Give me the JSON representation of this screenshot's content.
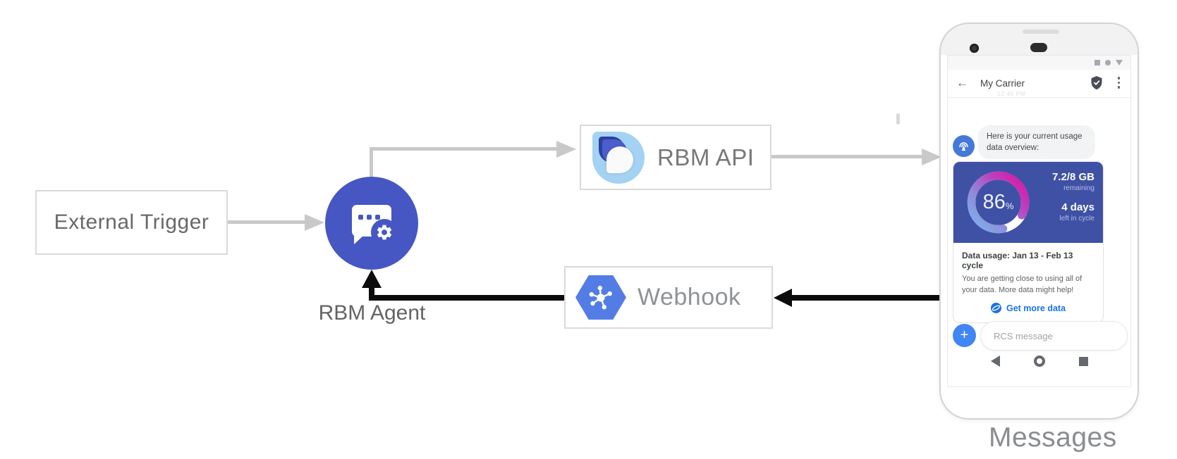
{
  "diagram": {
    "external_trigger_label": "External Trigger",
    "rbm_agent_label": "RBM Agent",
    "rbm_api_label": "RBM API",
    "webhook_label": "Webhook",
    "phone_caption": "Messages"
  },
  "phone": {
    "status_icons": "square circle triangle",
    "header": {
      "back_glyph": "←",
      "title": "My Carrier",
      "ghost_timestamp": "12:40 PM"
    },
    "chat": {
      "bubble_text": "Here is your current usage data overview:",
      "card": {
        "gauge_percent": "86",
        "gauge_percent_value": 86,
        "gauge_unit": "%",
        "remaining_value": "7.2/8 GB",
        "remaining_label": "remaining",
        "cycle_value": "4 days",
        "cycle_label": "left in cycle",
        "usage_title": "Data usage: Jan 13 - Feb 13 cycle",
        "usage_body": "You are getting close to using all of your data. More data might help!",
        "action_label": "Get more data"
      }
    },
    "composer": {
      "placeholder": "RCS message",
      "plus_glyph": "+"
    }
  },
  "colors": {
    "agent_blue": "#4656c2",
    "card_indigo": "#3f51a5",
    "google_blue": "#4285f4",
    "link_blue": "#1a73e8",
    "gauge_gradient": [
      "#7ab5ec",
      "#9286d8",
      "#bb42c0",
      "#e50d9e"
    ],
    "line_gray": "#c9c9cb",
    "line_black": "#0c0c0c"
  }
}
